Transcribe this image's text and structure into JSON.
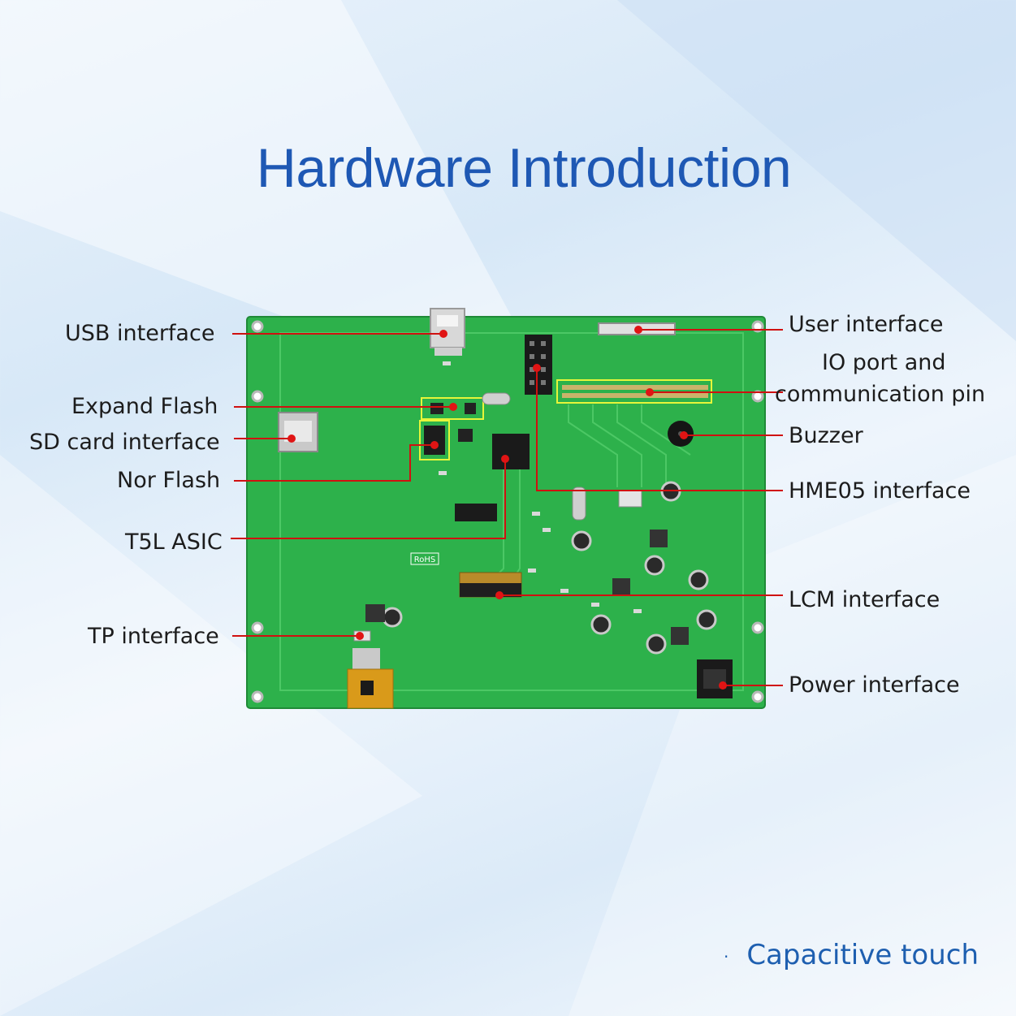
{
  "title": "Hardware Introduction",
  "labels": {
    "usb_interface": "USB interface",
    "expand_flash": "Expand Flash",
    "sd_card_interface": "SD card interface",
    "nor_flash": "Nor Flash",
    "t5l_asic": "T5L ASIC",
    "tp_interface": "TP interface",
    "user_interface": "User interface",
    "io_port_line1": "IO port and",
    "io_port_line2": "communication pin",
    "buzzer": "Buzzer",
    "hme05_interface": "HME05 interface",
    "lcm_interface": "LCM interface",
    "power_interface": "Power interface"
  },
  "footer": {
    "bullet": "·",
    "text": "Capacitive touch"
  },
  "board_marks": {
    "rohs": "RoHS"
  },
  "colors": {
    "title": "#1e58b4",
    "board": "#2db14b",
    "leader_line": "#d01010",
    "highlight_box": "#e6f53a",
    "footer": "#1e5fb0"
  }
}
